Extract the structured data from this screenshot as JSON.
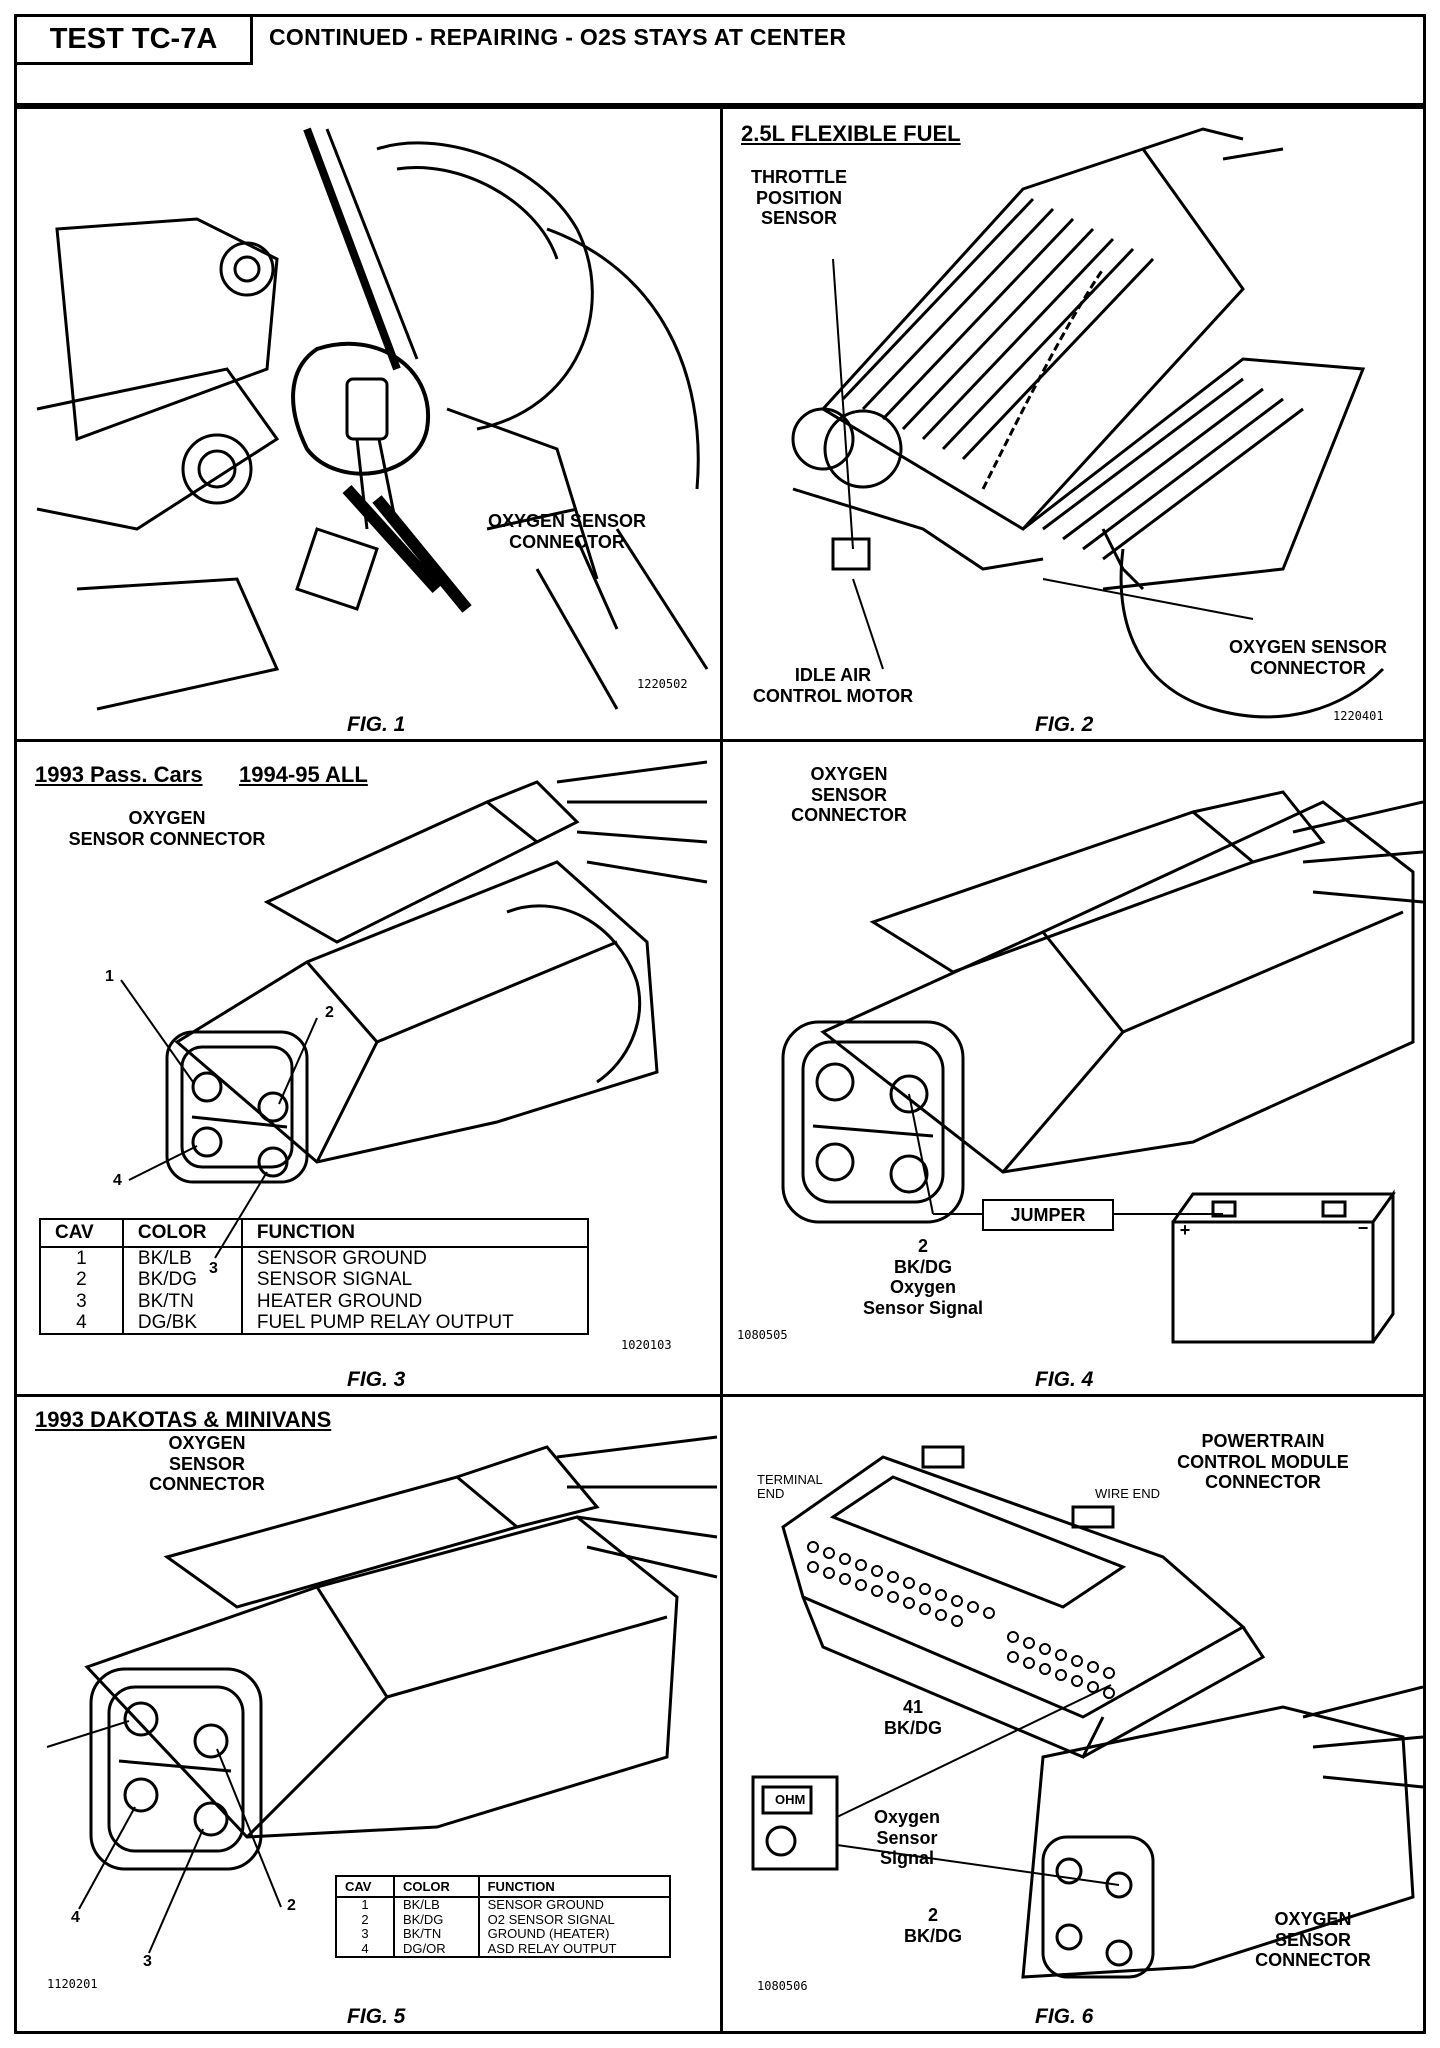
{
  "header": {
    "test_id": "TEST TC-7A",
    "title": "CONTINUED - REPAIRING - O2S STAYS AT CENTER"
  },
  "fig1": {
    "caption": "FIG. 1",
    "callout": "OXYGEN SENSOR\nCONNECTOR",
    "code": "1220502"
  },
  "fig2": {
    "title": "2.5L FLEXIBLE FUEL",
    "caption": "FIG. 2",
    "callout_tps": "THROTTLE\nPOSITION\nSENSOR",
    "callout_iac": "IDLE AIR\nCONTROL MOTOR",
    "callout_o2": "OXYGEN SENSOR\nCONNECTOR",
    "code": "1220401"
  },
  "fig3": {
    "title_a": "1993 Pass. Cars",
    "title_b": "1994-95 ALL",
    "caption": "FIG. 3",
    "connector_label": "OXYGEN\nSENSOR CONNECTOR",
    "cavity_numbers": [
      "1",
      "2",
      "3",
      "4"
    ],
    "code": "1020103",
    "table": {
      "headers": [
        "CAV",
        "COLOR",
        "FUNCTION"
      ],
      "rows": [
        [
          "1",
          "BK/LB",
          "SENSOR GROUND"
        ],
        [
          "2",
          "BK/DG",
          "SENSOR SIGNAL"
        ],
        [
          "3",
          "BK/TN",
          "HEATER GROUND"
        ],
        [
          "4",
          "DG/BK",
          "FUEL PUMP RELAY OUTPUT"
        ]
      ]
    }
  },
  "fig4": {
    "caption": "FIG. 4",
    "connector_label": "OXYGEN\nSENSOR\nCONNECTOR",
    "jumper": "JUMPER",
    "signal_label": "2\nBK/DG\nOxygen\nSensor Signal",
    "code": "1080505"
  },
  "fig5": {
    "title": "1993 DAKOTAS & MINIVANS",
    "caption": "FIG. 5",
    "connector_label": "OXYGEN\nSENSOR\nCONNECTOR",
    "cavity_numbers": [
      "2",
      "3",
      "4"
    ],
    "code": "1120201",
    "table": {
      "headers": [
        "CAV",
        "COLOR",
        "FUNCTION"
      ],
      "rows": [
        [
          "1",
          "BK/LB",
          "SENSOR GROUND"
        ],
        [
          "2",
          "BK/DG",
          "O2 SENSOR SIGNAL"
        ],
        [
          "3",
          "BK/TN",
          "GROUND (HEATER)"
        ],
        [
          "4",
          "DG/OR",
          "ASD RELAY OUTPUT"
        ]
      ]
    }
  },
  "fig6": {
    "caption": "FIG. 6",
    "pcm_label": "POWERTRAIN\nCONTROL MODULE\nCONNECTOR",
    "terminal_end": "TERMINAL\nEND",
    "wire_end": "WIRE END",
    "pin41": "41\nBK/DG",
    "signal_label": "Oxygen\nSensor\nSignal",
    "pin2": "2\nBK/DG",
    "connector_label": "OXYGEN\nSENSOR\nCONNECTOR",
    "meter_display": "OHM",
    "code": "1080506"
  }
}
